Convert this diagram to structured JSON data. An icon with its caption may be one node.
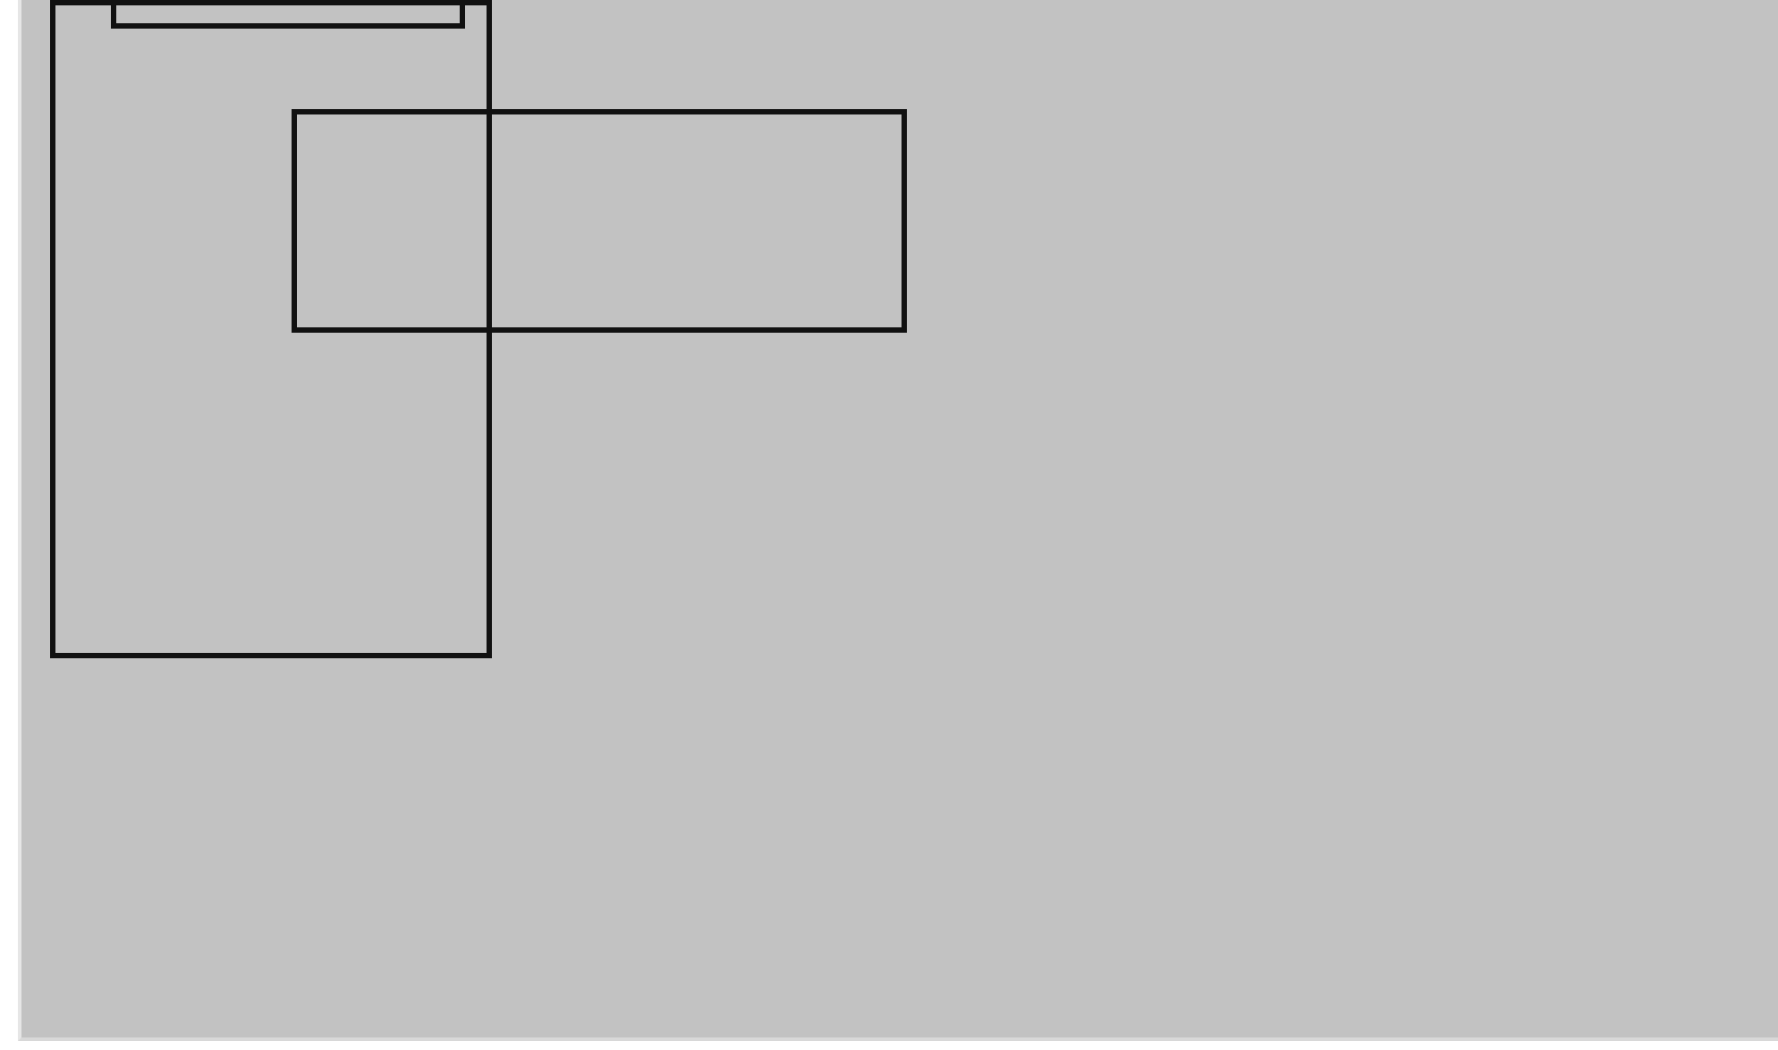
{
  "diagram": {
    "nodes": [
      {
        "text": [],
        "shape": "box"
      },
      {
        "text": [],
        "shape": "box",
        "in": 0
      },
      {
        "text": [],
        "shape": "box"
      }
    ]
  }
}
